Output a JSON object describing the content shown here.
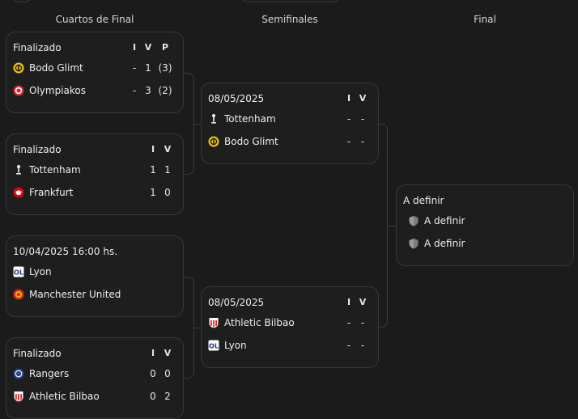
{
  "columns": {
    "qf": "Cuartos de Final",
    "sf": "Semifinales",
    "final": "Final"
  },
  "qf1": {
    "status": "Finalizado",
    "headers": [
      "I",
      "V",
      "P"
    ],
    "team1": {
      "name": "Bodo Glimt",
      "icon": "bodo-glimt-crest-icon",
      "i": "-",
      "v": "1",
      "p": "(3)"
    },
    "team2": {
      "name": "Olympiakos",
      "icon": "olympiakos-crest-icon",
      "i": "-",
      "v": "3",
      "p": "(2)"
    }
  },
  "qf2": {
    "status": "Finalizado",
    "headers": [
      "I",
      "V"
    ],
    "team1": {
      "name": "Tottenham",
      "icon": "tottenham-crest-icon",
      "i": "1",
      "v": "1"
    },
    "team2": {
      "name": "Frankfurt",
      "icon": "frankfurt-crest-icon",
      "i": "1",
      "v": "0"
    }
  },
  "qf3": {
    "status": "10/04/2025 16:00 hs.",
    "team1": {
      "name": "Lyon",
      "icon": "lyon-crest-icon"
    },
    "team2": {
      "name": "Manchester United",
      "icon": "manchester-united-crest-icon"
    }
  },
  "qf4": {
    "status": "Finalizado",
    "headers": [
      "I",
      "V"
    ],
    "team1": {
      "name": "Rangers",
      "icon": "rangers-crest-icon",
      "i": "0",
      "v": "0"
    },
    "team2": {
      "name": "Athletic Bilbao",
      "icon": "athletic-bilbao-crest-icon",
      "i": "0",
      "v": "2"
    }
  },
  "sf1": {
    "status": "08/05/2025",
    "headers": [
      "I",
      "V"
    ],
    "team1": {
      "name": "Tottenham",
      "icon": "tottenham-crest-icon",
      "i": "-",
      "v": "-"
    },
    "team2": {
      "name": "Bodo Glimt",
      "icon": "bodo-glimt-crest-icon",
      "i": "-",
      "v": "-"
    }
  },
  "sf2": {
    "status": "08/05/2025",
    "headers": [
      "I",
      "V"
    ],
    "team1": {
      "name": "Athletic Bilbao",
      "icon": "athletic-bilbao-crest-icon",
      "i": "-",
      "v": "-"
    },
    "team2": {
      "name": "Lyon",
      "icon": "lyon-crest-icon",
      "i": "-",
      "v": "-"
    }
  },
  "final": {
    "status": "A definir",
    "team1": {
      "name": "A definir",
      "icon": "placeholder-shield-icon"
    },
    "team2": {
      "name": "A definir",
      "icon": "placeholder-shield-icon"
    }
  },
  "colors": {
    "bodo_yellow": "#f2c300",
    "olympiakos_red": "#d8232a",
    "frankfurt_red": "#e1000f",
    "rangers_blue": "#1b458f",
    "manutd_red": "#da291c",
    "lyon_blue": "#1d3b8f",
    "bilbao_red": "#ee2523"
  }
}
